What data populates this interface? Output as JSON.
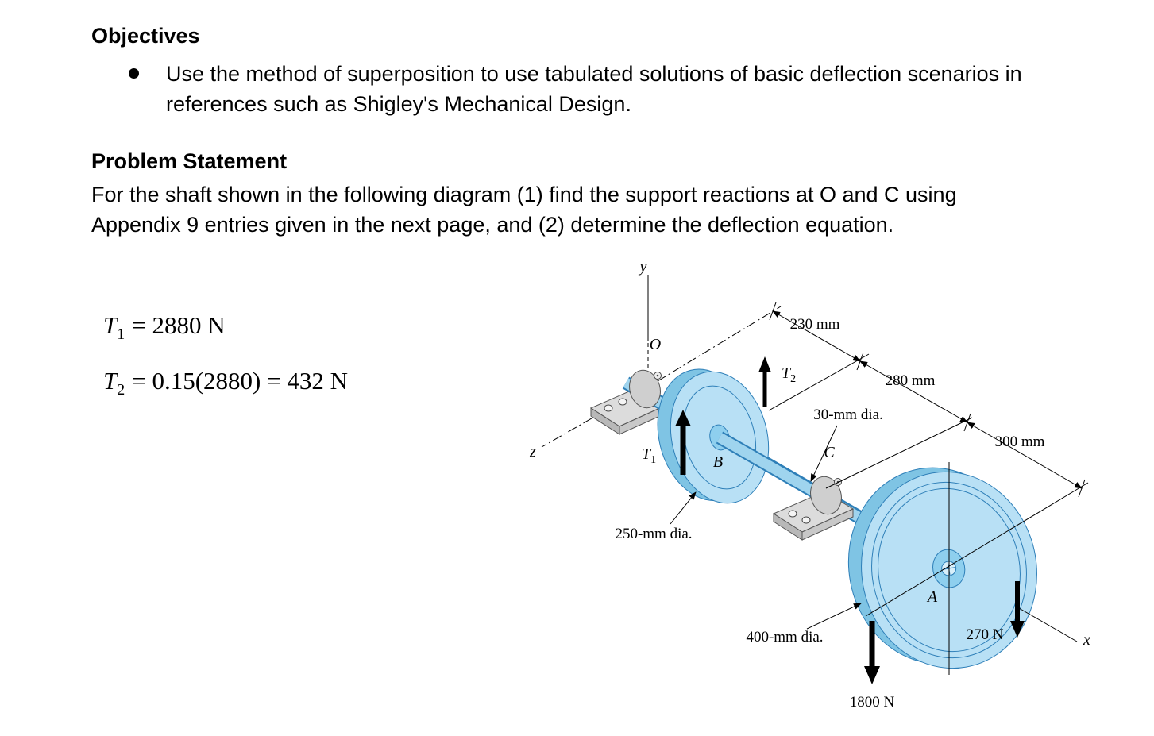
{
  "document": {
    "objectives_heading": "Objectives",
    "objective_bullet": "Use the method of superposition to use tabulated solutions of basic deflection scenarios in references such as Shigley's Mechanical Design.",
    "problem_heading": "Problem Statement",
    "problem_text": "For the shaft shown in the following diagram (1) find the support reactions at O and C using Appendix 9 entries given in the next page, and (2) determine the deflection equation."
  },
  "equations": {
    "eq1": {
      "sym": "T",
      "sub": "1",
      "rhs": "= 2880 N"
    },
    "eq2": {
      "sym": "T",
      "sub": "2",
      "rhs": "= 0.15(2880) = 432 N"
    }
  },
  "diagram": {
    "axes": {
      "x": "x",
      "y": "y",
      "z": "z"
    },
    "points": {
      "O": "O",
      "A": "A",
      "B": "B",
      "C": "C"
    },
    "torques": {
      "t1_sym": "T",
      "t1_sub": "1",
      "t2_sym": "T",
      "t2_sub": "2"
    },
    "dimensions": {
      "d1": "230 mm",
      "d2": "280 mm",
      "d3": "300 mm"
    },
    "diameters": {
      "shaft": "30-mm dia.",
      "pulley_b": "250-mm dia.",
      "pulley_a": "400-mm dia."
    },
    "forces": {
      "f_270": "270 N",
      "f_1800": "1800 N"
    },
    "colors": {
      "pulley_face": "#b8e0f5",
      "pulley_back": "#7fc4e4",
      "pulley_stroke": "#2e7fb8",
      "shaft_fill": "#9fd4ee",
      "shaft_edge": "#2e7fb8",
      "bearing_fill": "#dcdcdc"
    }
  }
}
